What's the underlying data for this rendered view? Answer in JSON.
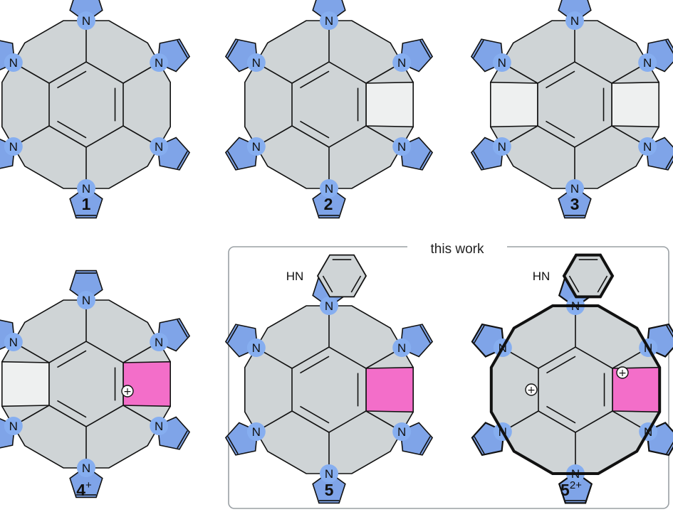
{
  "compounds": [
    {
      "id": "1",
      "label": "1",
      "superscript": ""
    },
    {
      "id": "2",
      "label": "2",
      "superscript": ""
    },
    {
      "id": "3",
      "label": "3",
      "superscript": ""
    },
    {
      "id": "4",
      "label": "4",
      "superscript": "+"
    },
    {
      "id": "5",
      "label": "5",
      "superscript": ""
    },
    {
      "id": "5dication",
      "label": "5",
      "superscript": "2+"
    }
  ],
  "highlight_box": {
    "title": "this work"
  },
  "atoms": {
    "nitrogen": "N",
    "nh": "HN",
    "charge": "+"
  },
  "colors": {
    "pyrrole": "#7fa4e8",
    "atom_circle": "#86aef0",
    "core": "#cfd4d6",
    "pale_ring": "#eef0f0",
    "magenta_ring": "#f36ec9",
    "box_border": "#9aa0a4",
    "bond": "#111111"
  },
  "icons": {
    "charge": "circled-plus-icon"
  }
}
